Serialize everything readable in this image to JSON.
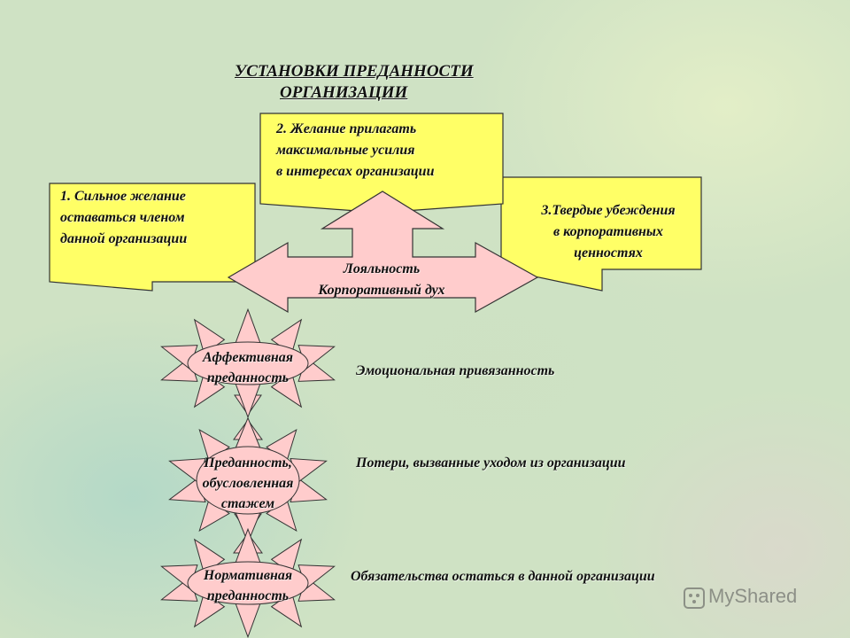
{
  "title": {
    "line1": "УСТАНОВКИ ПРЕДАННОСТИ",
    "line2": "ОРГАНИЗАЦИИ"
  },
  "boxes": {
    "box1": [
      "1. Сильное  желание",
      "оставаться членом",
      "данной организации"
    ],
    "box2": [
      "2. Желание прилагать",
      "максимальные усилия",
      "в интересах организации"
    ],
    "box3": [
      "3.Твердые убеждения",
      "в корпоративных",
      "ценностях"
    ]
  },
  "arrow_center": {
    "line1": "Лояльность",
    "line2": "Корпоративный  дух"
  },
  "stars": [
    {
      "label_line1": "Аффективная",
      "label_line2": "преданность",
      "label_line3": "",
      "description": "Эмоциональная  привязанность"
    },
    {
      "label_line1": "Преданность,",
      "label_line2": "обусловленная",
      "label_line3": "стажем",
      "description": "Потери,  вызванные уходом из организации"
    },
    {
      "label_line1": "Нормативная",
      "label_line2": "преданность",
      "label_line3": "",
      "description": "Обязательства  остаться в данной организации"
    }
  ],
  "colors": {
    "box_fill": "#ffff66",
    "arrow_fill": "#ffcccc",
    "star_fill": "#ffcccc",
    "outline": "#333333"
  },
  "watermark": {
    "text": "MyShared"
  }
}
